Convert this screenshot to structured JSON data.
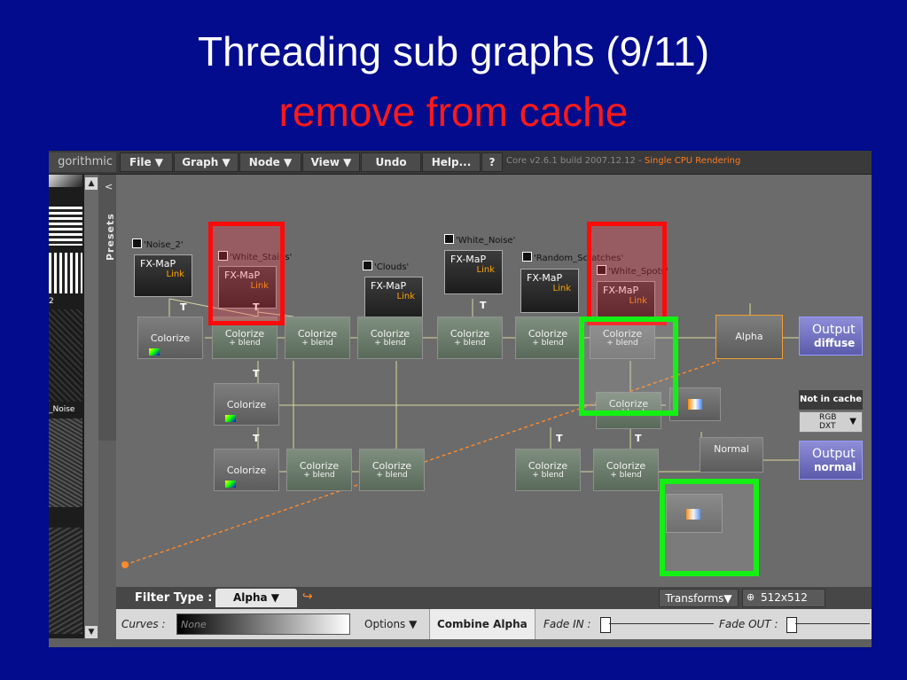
{
  "slide": {
    "title": "Threading sub graphs (9/11)",
    "subtitle": "remove from cache"
  },
  "app": {
    "logo": "gorithmic",
    "menu": [
      "File ▼",
      "Graph ▼",
      "Node ▼",
      "View ▼",
      "Undo",
      "Help...",
      "?"
    ],
    "core_version": "Core v2.6.1 build 2007.12.12 - ",
    "core_mode": "Single CPU Rendering",
    "presets_label": "Presets",
    "left_labels": [
      "2",
      "_Noise"
    ],
    "collapse_glyph": "<"
  },
  "graph": {
    "fx_labels": [
      "'Noise_2'",
      "'White_Stains'",
      "'Clouds'",
      "'White_Noise'",
      "'Random_Scratches'",
      "'White_Spots'"
    ],
    "fx_name": "FX-MaP",
    "fx_link": "Link",
    "colorize": "Colorize",
    "blend": "+ blend",
    "t": "T",
    "alpha": "Alpha",
    "normal": "Normal",
    "output_main": "Output",
    "output_diffuse": "diffuse",
    "output_normal": "normal",
    "not_in_cache": "Not in cache",
    "rgb": "RGB",
    "dxt": "DXT"
  },
  "bottom": {
    "filter_type_label": "Filter Type :",
    "filter_value": "Alpha ▼",
    "transforms": "Transforms▼",
    "resolution": "512x512",
    "curves_label": "Curves :",
    "curves_value": "None",
    "options": "Options ▼",
    "combine_alpha": "Combine Alpha",
    "fade_in": "Fade IN :",
    "fade_out": "Fade OUT :"
  },
  "colors": {
    "background": "#020c8c",
    "highlight_red": "#ff0a0a",
    "highlight_green": "#14f014",
    "link_orange": "#ffa500"
  }
}
